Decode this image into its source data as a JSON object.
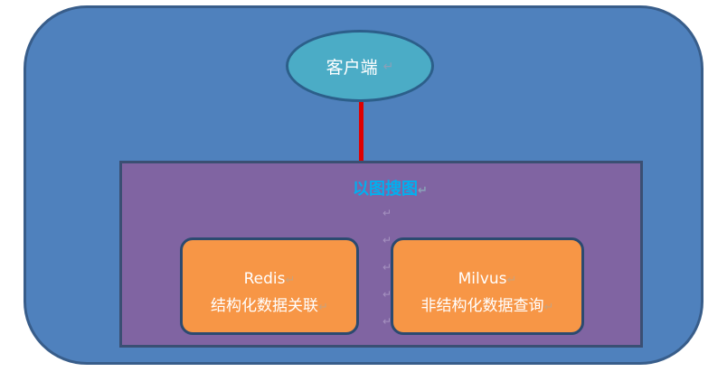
{
  "client": {
    "label": "客户端"
  },
  "search": {
    "title": "以图搜图"
  },
  "redis": {
    "name": "Redis",
    "description": "结构化数据关联"
  },
  "milvus": {
    "name": "Milvus",
    "description": "非结构化数据查询"
  },
  "colors": {
    "outer_fill": "#4f81bd",
    "client_fill": "#4bacc6",
    "connector": "#e00000",
    "search_fill": "#8064a2",
    "title_text": "#00b0f0",
    "card_fill": "#f79646"
  },
  "marks": {
    "paragraph": "↵"
  }
}
